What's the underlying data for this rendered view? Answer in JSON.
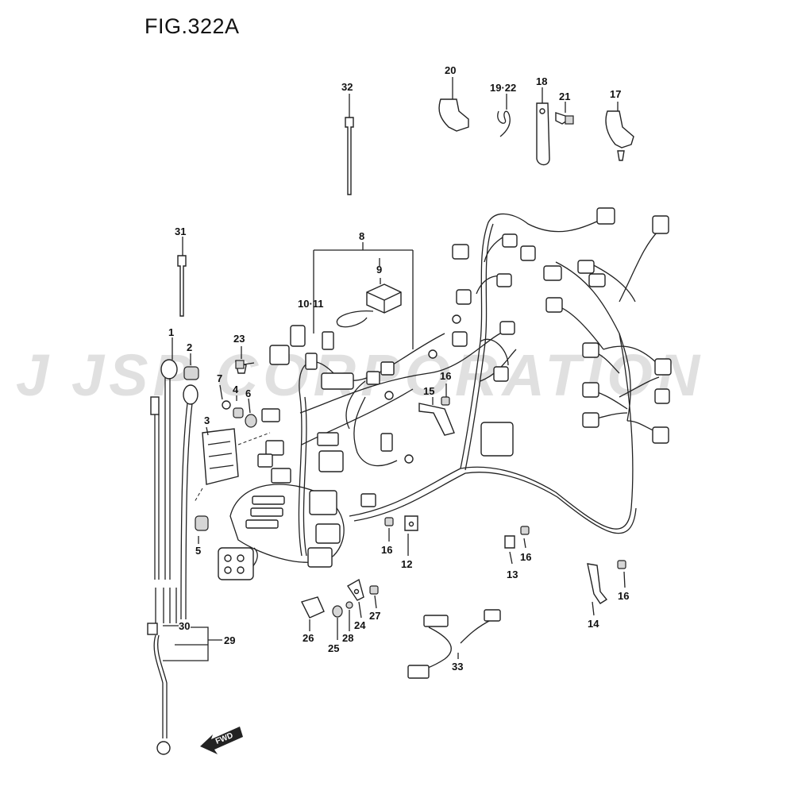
{
  "figure_title": "FIG.322A",
  "watermark": "JSP CORPORATION",
  "fwd_label": "FWD",
  "callouts": [
    "1",
    "2",
    "3",
    "4",
    "5",
    "6",
    "7",
    "8",
    "9",
    "10·11",
    "12",
    "13",
    "14",
    "15",
    "16",
    "17",
    "18",
    "19·22",
    "20",
    "21",
    "23",
    "24",
    "25",
    "26",
    "27",
    "28",
    "29",
    "30",
    "31",
    "32",
    "33"
  ]
}
